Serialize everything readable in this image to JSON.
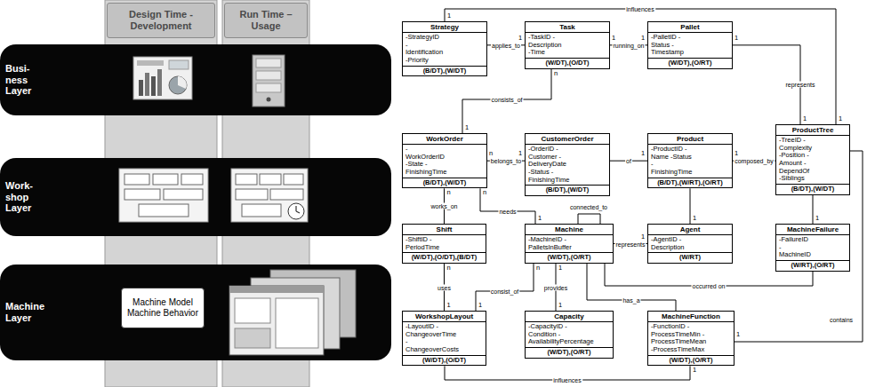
{
  "diagram": {
    "nodes": [
      {
        "text": [
          "Design Time - Development"
        ]
      },
      {
        "text": [
          "Run Time – Usage"
        ]
      },
      {
        "text": [
          "Busi- ness Layer"
        ]
      },
      {
        "text": [
          "Work- shop Layer"
        ]
      },
      {
        "text": [
          "Machine Layer"
        ]
      },
      {
        "text": [
          "Machine Model Machine Behavior"
        ],
        "in": 4
      },
      {
        "text": [
          "Strategy",
          "-StrategyID -Identification -Priority",
          "(B/DT),(W/DT)"
        ]
      },
      {
        "text": [
          "Task",
          "-TaskID -Description -Time",
          "(W/DT),(O/DT)"
        ]
      },
      {
        "text": [
          "Pallet",
          "-PalletID -Status -Timestamp",
          "(W/DT),(O/RT)"
        ]
      },
      {
        "text": [
          "WorkOrder",
          "-WorkOrderID -State -FinishingTime",
          "(B/DT),(W/DT)"
        ]
      },
      {
        "text": [
          "CustomerOrder",
          "-OrderID -Customer -DeliveryDate -Status -FinishingTime",
          "(B/DT),(W/DT)"
        ]
      },
      {
        "text": [
          "Product",
          "-ProductID -Name -Status -FinishingTime",
          "(B/DT),(W/RT),(O/RT)"
        ]
      },
      {
        "text": [
          "ProductTree",
          "-TreeID -Complexity -Position -Amount -DependOf -Siblings",
          "(B/DT),(W/DT)"
        ]
      },
      {
        "text": [
          "Shift",
          "-ShiftID -PeriodTime",
          "(W/DT),(O/DT),(B/DT)"
        ]
      },
      {
        "text": [
          "Machine",
          "-MachineID -PalletsInBuffer",
          "(W/DT),(O/RT)"
        ]
      },
      {
        "text": [
          "Agent",
          "-AgentID -Description",
          "(W/RT)"
        ]
      },
      {
        "text": [
          "MachineFailure",
          "-FailureID -MachineID",
          "(W/RT),(O/RT)"
        ]
      },
      {
        "text": [
          "WorkshopLayout",
          "-LayoutID -ChangeoverTime -ChangeoverCosts",
          "(W/DT),(O/DT)"
        ]
      },
      {
        "text": [
          "Capacity",
          "-CapacityID -Condition -AvailabilityPercentage",
          "(W/DT),(O/RT)"
        ]
      },
      {
        "text": [
          "MachineFunction",
          "-FunctionID -ProcessTimeMin -ProcessTimeMean -ProcessTimeMax",
          "(W/DT),(O/RT)"
        ]
      }
    ],
    "edges": [
      {
        "from": 6,
        "to": 12,
        "arrow": "none",
        "label": "influences"
      },
      {
        "from": 6,
        "to": 7,
        "arrow": "none",
        "label": "applies_to"
      },
      {
        "from": 7,
        "to": 8,
        "arrow": "none",
        "label": "running_on"
      },
      {
        "from": 7,
        "to": 9,
        "arrow": "none",
        "label": "consists_of"
      },
      {
        "from": 8,
        "to": 12,
        "arrow": "none",
        "label": "represents"
      },
      {
        "from": 9,
        "to": 10,
        "arrow": "none",
        "label": "belongs_to"
      },
      {
        "from": 10,
        "to": 11,
        "arrow": "none",
        "label": "of"
      },
      {
        "from": 11,
        "to": 12,
        "arrow": "none",
        "label": "composed_by"
      },
      {
        "from": 9,
        "to": 13,
        "arrow": "none",
        "label": "works_on"
      },
      {
        "from": 9,
        "to": 14,
        "arrow": "none",
        "label": "needs"
      },
      {
        "from": 14,
        "to": 14,
        "arrow": "none",
        "label": "connected_to"
      },
      {
        "from": 15,
        "to": 14,
        "arrow": "none",
        "label": "represents"
      },
      {
        "from": 11,
        "to": 15,
        "arrow": "none"
      },
      {
        "from": 12,
        "to": 16,
        "arrow": "none"
      },
      {
        "from": 16,
        "to": 14,
        "arrow": "none",
        "label": "occurred on"
      },
      {
        "from": 12,
        "to": 19,
        "arrow": "none",
        "label": "contains"
      },
      {
        "from": 13,
        "to": 17,
        "arrow": "none",
        "label": "uses"
      },
      {
        "from": 17,
        "to": 14,
        "arrow": "none",
        "label": "consist_of"
      },
      {
        "from": 14,
        "to": 18,
        "arrow": "none",
        "label": "provides"
      },
      {
        "from": 14,
        "to": 19,
        "arrow": "none",
        "label": "has_a"
      },
      {
        "from": 17,
        "to": 19,
        "arrow": "none",
        "label": "influences"
      }
    ],
    "labels": [
      "1",
      "1",
      "1",
      "1",
      "1",
      "n",
      "1",
      "1",
      "1",
      "n",
      "1",
      "1",
      "1",
      "n",
      "n",
      "1",
      "1",
      "1",
      "1",
      "n",
      "1",
      "n",
      "1",
      "1",
      "1",
      "1",
      "1"
    ]
  }
}
